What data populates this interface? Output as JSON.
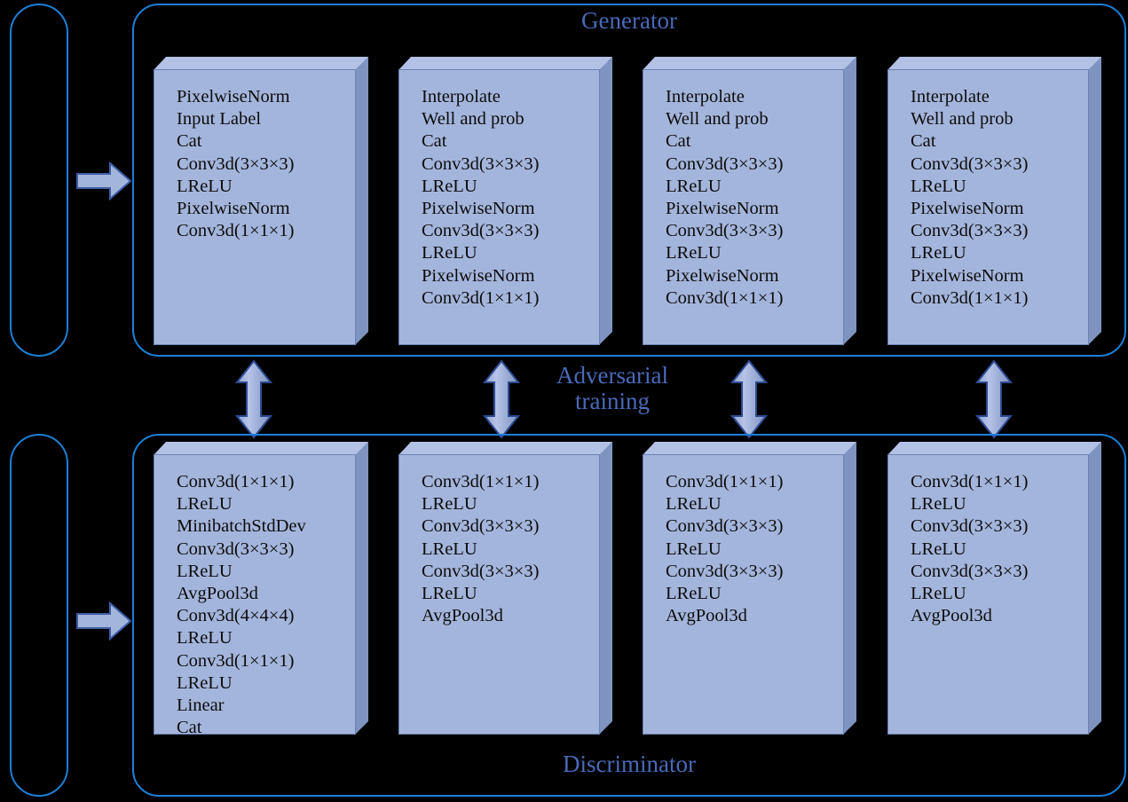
{
  "diagram": {
    "generator": {
      "title": "Generator",
      "blocks": [
        {
          "name": "generator-block-1",
          "lines": [
            "PixelwiseNorm",
            "Input Label",
            "Cat",
            "Conv3d(3×3×3)",
            "LReLU",
            "PixelwiseNorm",
            "Conv3d(1×1×1)"
          ]
        },
        {
          "name": "generator-block-2",
          "lines": [
            "Interpolate",
            "Well and prob",
            "Cat",
            "Conv3d(3×3×3)",
            "LReLU",
            "PixelwiseNorm",
            "Conv3d(3×3×3)",
            "LReLU",
            "PixelwiseNorm",
            "Conv3d(1×1×1)"
          ]
        },
        {
          "name": "generator-block-3",
          "lines": [
            "Interpolate",
            "Well and prob",
            "Cat",
            "Conv3d(3×3×3)",
            "LReLU",
            "PixelwiseNorm",
            "Conv3d(3×3×3)",
            "LReLU",
            "PixelwiseNorm",
            "Conv3d(1×1×1)"
          ]
        },
        {
          "name": "generator-block-4",
          "lines": [
            "Interpolate",
            "Well and prob",
            "Cat",
            "Conv3d(3×3×3)",
            "LReLU",
            "PixelwiseNorm",
            "Conv3d(3×3×3)",
            "LReLU",
            "PixelwiseNorm",
            "Conv3d(1×1×1)"
          ]
        }
      ]
    },
    "discriminator": {
      "title": "Discriminator",
      "blocks": [
        {
          "name": "discriminator-block-1",
          "lines": [
            "Conv3d(1×1×1)",
            "LReLU",
            "MinibatchStdDev",
            "Conv3d(3×3×3)",
            "LReLU",
            "AvgPool3d",
            "Conv3d(4×4×4)",
            "LReLU",
            "Conv3d(1×1×1)",
            "LReLU",
            "Linear",
            "Cat"
          ]
        },
        {
          "name": "discriminator-block-2",
          "lines": [
            "Conv3d(1×1×1)",
            "LReLU",
            "Conv3d(3×3×3)",
            "LReLU",
            "Conv3d(3×3×3)",
            "LReLU",
            "AvgPool3d"
          ]
        },
        {
          "name": "discriminator-block-3",
          "lines": [
            "Conv3d(1×1×1)",
            "LReLU",
            "Conv3d(3×3×3)",
            "LReLU",
            "Conv3d(3×3×3)",
            "LReLU",
            "AvgPool3d"
          ]
        },
        {
          "name": "discriminator-block-4",
          "lines": [
            "Conv3d(1×1×1)",
            "LReLU",
            "Conv3d(3×3×3)",
            "LReLU",
            "Conv3d(3×3×3)",
            "LReLU",
            "AvgPool3d"
          ]
        }
      ]
    },
    "adversarial_label": "Adversarial\ntraining",
    "input_panels": [
      {
        "name": "generator-input-panel",
        "label": ""
      },
      {
        "name": "discriminator-input-panel",
        "label": ""
      }
    ],
    "colors": {
      "background": "#000000",
      "panel_border": "#1B7FD4",
      "title_text": "#4A69B8",
      "block_face": "#A4B5DC",
      "block_top": "#B3C1E5",
      "block_side": "#7E93C0",
      "block_outline": "#6C82B4",
      "arrow_fill": "#A4B5DC",
      "arrow_border": "#3E5DA8",
      "block_text": "#0B0B0B"
    }
  }
}
